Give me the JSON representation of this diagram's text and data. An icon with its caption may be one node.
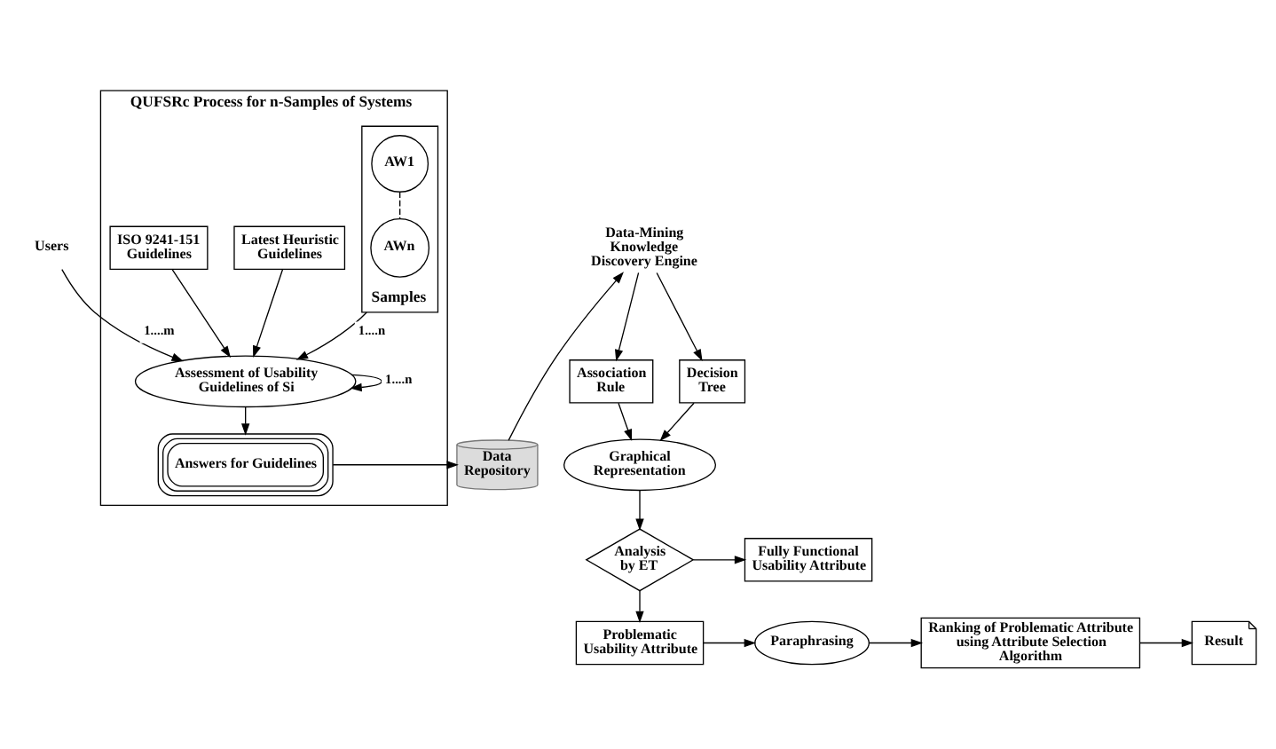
{
  "diagram": {
    "nodes": [
      {
        "text": [
          "QUFSRc Process for n-Samples of Systems"
        ]
      },
      {
        "text": [
          "ISO 9241-151 Guidelines"
        ],
        "in": 0
      },
      {
        "text": [
          "Latest Heuristic Guidelines"
        ],
        "in": 0
      },
      {
        "text": [
          "Samples"
        ],
        "in": 0
      },
      {
        "text": [
          "AW1"
        ],
        "in": 3
      },
      {
        "text": [
          "AWn"
        ],
        "in": 3
      },
      {
        "text": [
          "Assessment of Usability Guidelines of Si"
        ],
        "in": 0
      },
      {
        "text": [
          "Answers for Guidelines"
        ],
        "in": 0
      },
      {
        "text": [
          "Users"
        ]
      },
      {
        "text": [
          "Data Repository"
        ]
      },
      {
        "text": [
          "Data-Mining Knowledge Discovery Engine"
        ]
      },
      {
        "text": [
          "Association Rule"
        ]
      },
      {
        "text": [
          "Decision Tree"
        ]
      },
      {
        "text": [
          "Graphical Representation"
        ]
      },
      {
        "text": [
          "Analysis by ET"
        ]
      },
      {
        "text": [
          "Fully Functional Usability Attribute"
        ]
      },
      {
        "text": [
          "Problematic Usability Attribute"
        ]
      },
      {
        "text": [
          "Paraphrasing"
        ]
      },
      {
        "text": [
          "Ranking of Problematic Attribute using Attribute Selection Algorithm"
        ]
      },
      {
        "text": [
          "Result"
        ]
      }
    ],
    "edges": [
      {
        "from": 4,
        "to": 5,
        "arrow": "none",
        "style": "dashed"
      },
      {
        "from": 3,
        "to": 6,
        "arrow": "to",
        "label": "1....n"
      },
      {
        "from": 1,
        "to": 6,
        "arrow": "to"
      },
      {
        "from": 2,
        "to": 6,
        "arrow": "to"
      },
      {
        "from": 6,
        "to": 6,
        "arrow": "to",
        "label": "1....n"
      },
      {
        "from": 8,
        "to": 6,
        "arrow": "to",
        "label": "1....m"
      },
      {
        "from": 6,
        "to": 7,
        "arrow": "to"
      },
      {
        "from": 7,
        "to": 9,
        "arrow": "to"
      },
      {
        "from": 9,
        "to": 10,
        "arrow": "to"
      },
      {
        "from": 10,
        "to": 11,
        "arrow": "to"
      },
      {
        "from": 10,
        "to": 12,
        "arrow": "to"
      },
      {
        "from": 11,
        "to": 13,
        "arrow": "to"
      },
      {
        "from": 12,
        "to": 13,
        "arrow": "to"
      },
      {
        "from": 13,
        "to": 14,
        "arrow": "to"
      },
      {
        "from": 14,
        "to": 15,
        "arrow": "to"
      },
      {
        "from": 14,
        "to": 16,
        "arrow": "to"
      },
      {
        "from": 16,
        "to": 17,
        "arrow": "to"
      },
      {
        "from": 17,
        "to": 18,
        "arrow": "to"
      },
      {
        "from": 18,
        "to": 19,
        "arrow": "to"
      }
    ]
  }
}
